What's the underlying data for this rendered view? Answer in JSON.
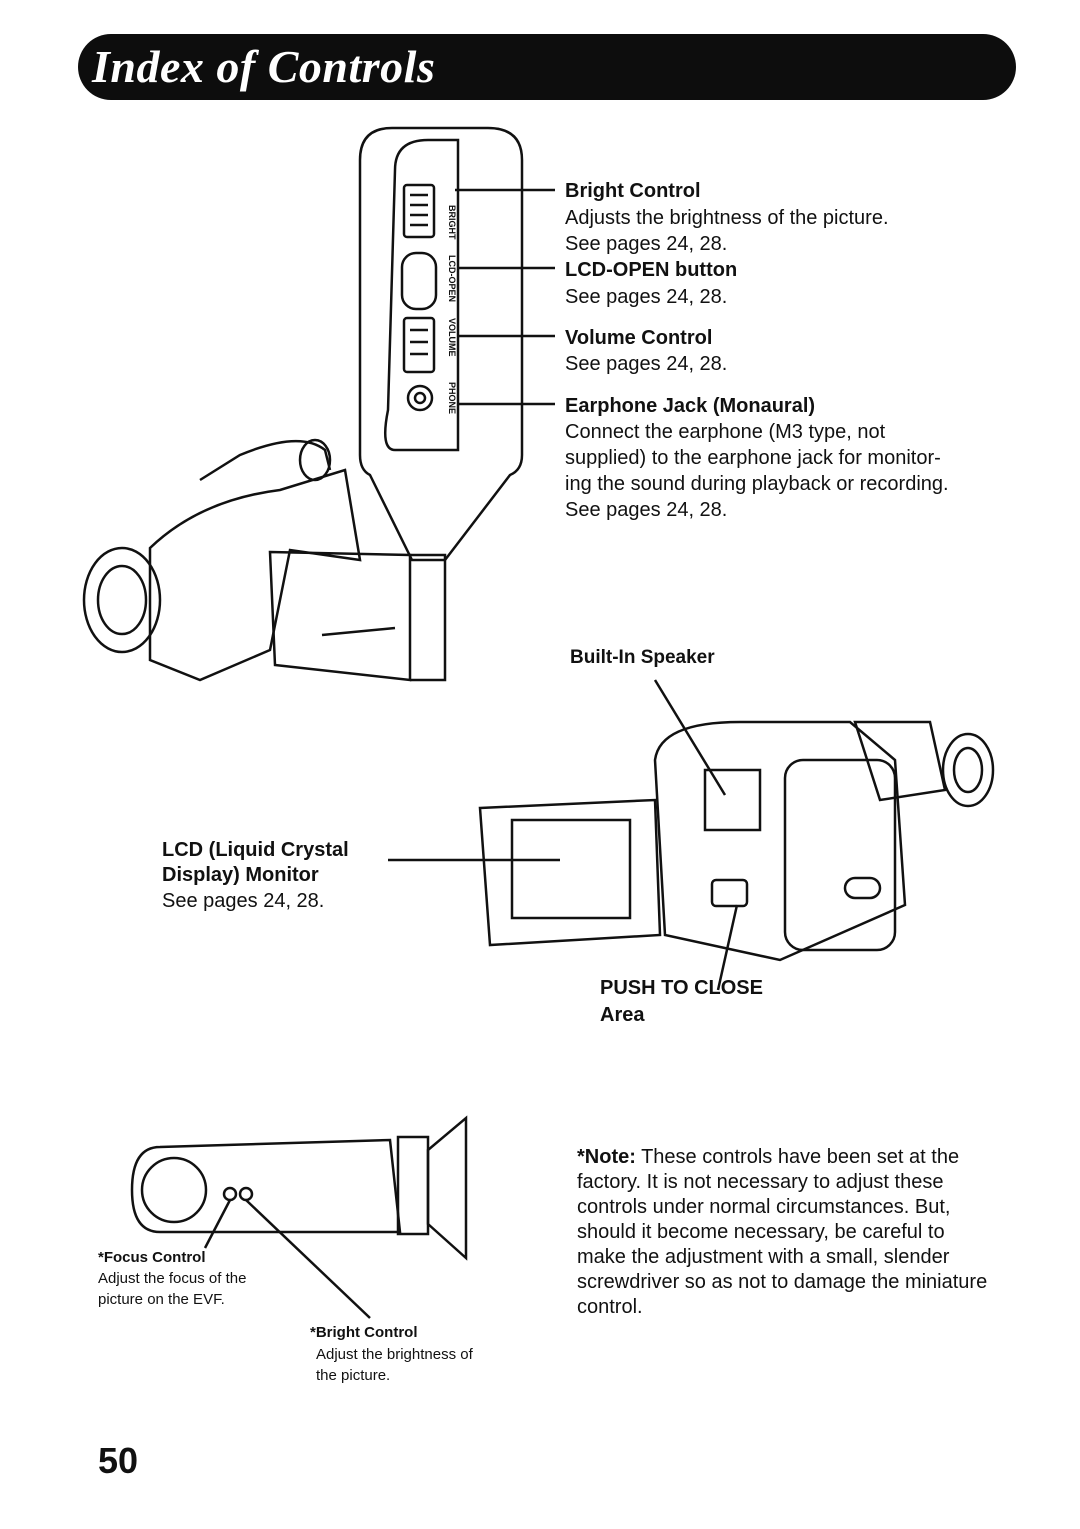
{
  "header": {
    "title": "Index of Controls"
  },
  "controls_panel": {
    "panel_labels": [
      "BRIGHT",
      "LCD-OPEN",
      "VOLUME",
      "PHONE"
    ],
    "items": [
      {
        "label": "Bright Control",
        "lines": [
          "Adjusts the brightness of the picture.",
          "See pages 24, 28."
        ]
      },
      {
        "label": "LCD-OPEN button",
        "lines": [
          "See pages 24, 28."
        ]
      },
      {
        "label": "Volume Control",
        "lines": [
          "See pages 24, 28."
        ]
      },
      {
        "label": "Earphone Jack (Monaural)",
        "lines": [
          "Connect the earphone (M3 type, not",
          "supplied) to the earphone jack for monitor-",
          "ing the sound during playback or recording.",
          "See pages 24, 28."
        ]
      }
    ]
  },
  "rear_view": {
    "speaker_label": "Built-In Speaker",
    "lcd_label_line1": "LCD (Liquid Crystal",
    "lcd_label_line2": "Display) Monitor",
    "lcd_pages": "See pages 24, 28.",
    "push_line1": "PUSH TO CLOSE",
    "push_line2": "Area"
  },
  "evf": {
    "focus_label": "*Focus Control",
    "focus_desc_1": "Adjust the focus of the",
    "focus_desc_2": "picture on the EVF.",
    "bright_label": "*Bright Control",
    "bright_desc_1": "Adjust the brightness of",
    "bright_desc_2": "the picture."
  },
  "note": {
    "prefix": "*Note:",
    "text": " These controls have been set at the factory. It is not necessary to adjust these controls under normal circumstances. But, should it become necessary, be careful to make the adjustment with a small, slender screwdriver so as not to damage the miniature control."
  },
  "page_number": "50"
}
